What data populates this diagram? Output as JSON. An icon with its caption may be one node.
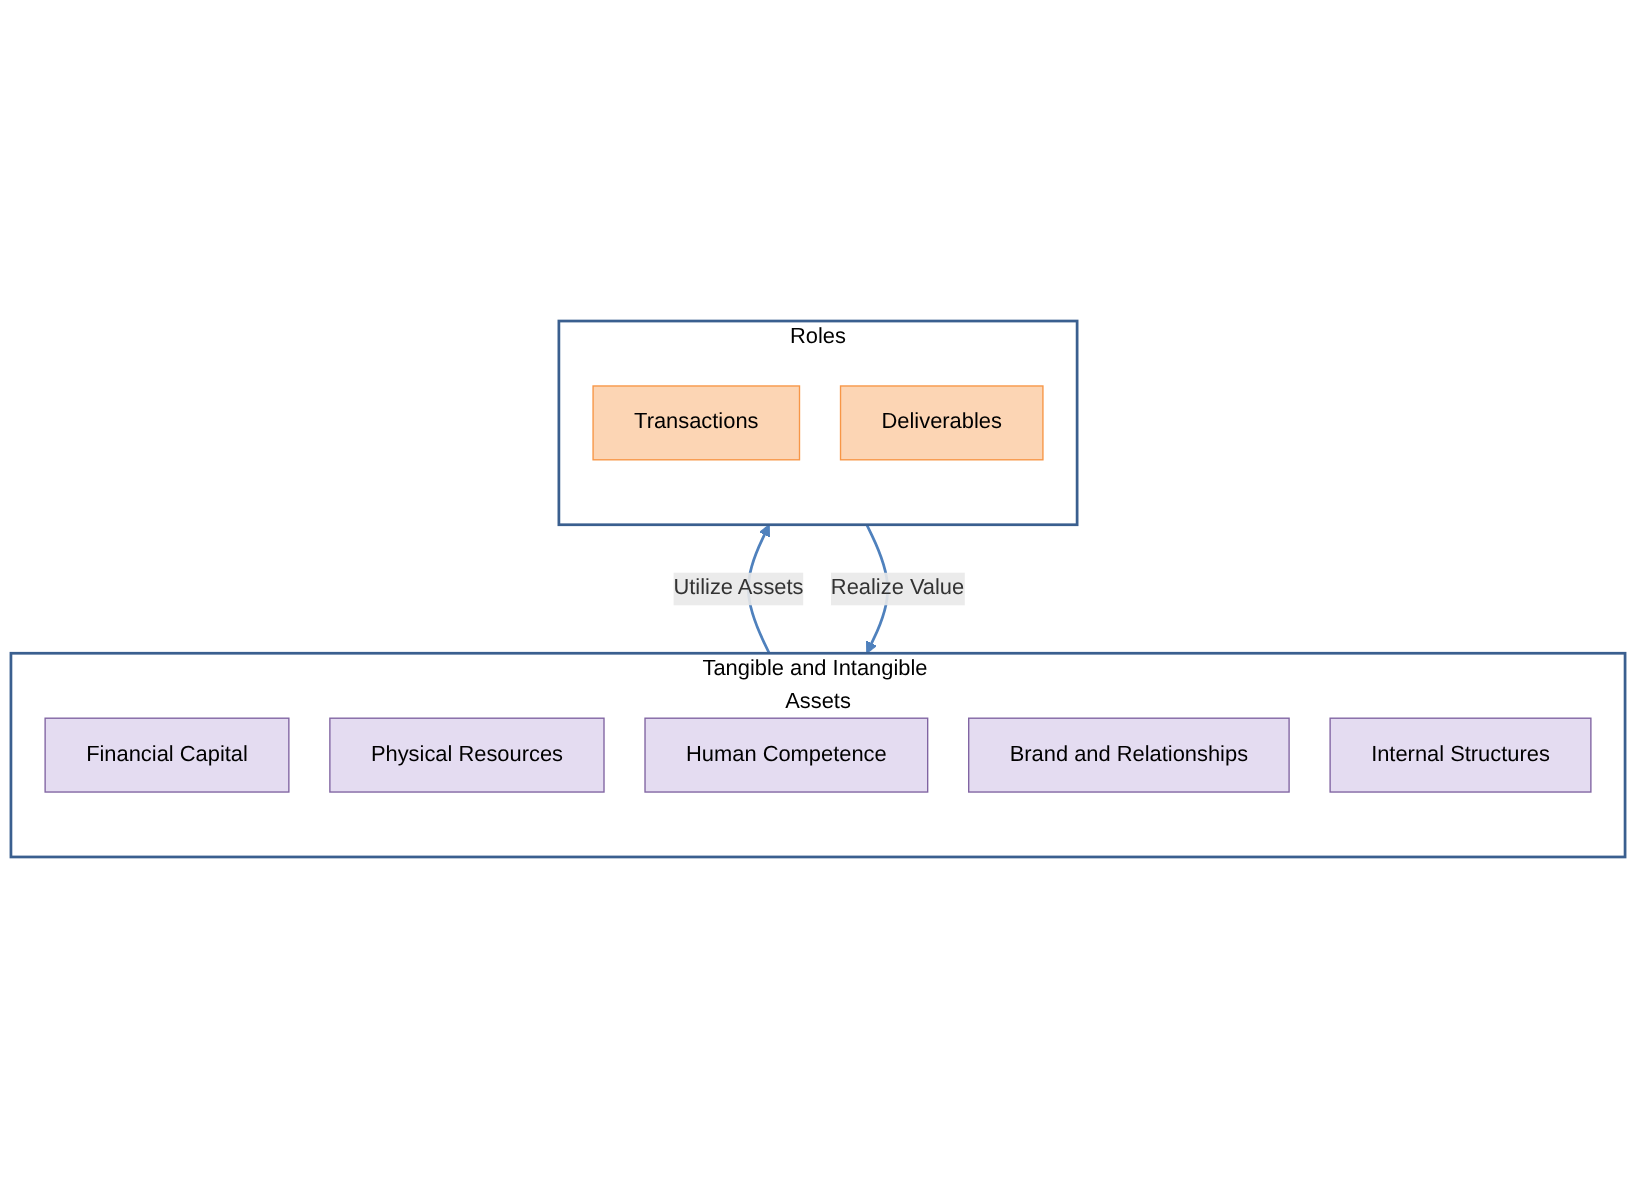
{
  "diagram": {
    "nodes": [
      {
        "text": [
          "Roles"
        ]
      },
      {
        "text": [
          "Transactions"
        ],
        "in": 0
      },
      {
        "text": [
          "Deliverables"
        ],
        "in": 0
      },
      {
        "text": [
          "Tangible and Intangible Assets"
        ]
      },
      {
        "text": [
          "Financial Capital"
        ],
        "in": 3
      },
      {
        "text": [
          "Physical Resources"
        ],
        "in": 3
      },
      {
        "text": [
          "Human Competence"
        ],
        "in": 3
      },
      {
        "text": [
          "Brand and Relationships"
        ],
        "in": 3
      },
      {
        "text": [
          "Internal Structures"
        ],
        "in": 3
      }
    ],
    "edges": [
      {
        "from": 3,
        "to": 0,
        "arrow": "to",
        "label": "Utilize Assets"
      },
      {
        "from": 0,
        "to": 3,
        "arrow": "to",
        "label": "Realize Value"
      }
    ]
  }
}
